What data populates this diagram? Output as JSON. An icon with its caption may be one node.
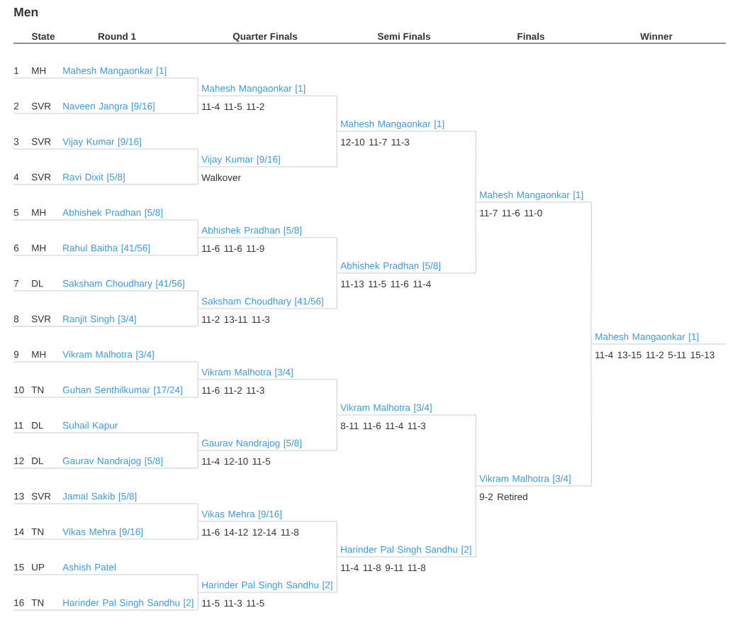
{
  "diagram": {
    "title": "Men",
    "nodes": [
      {
        "text": [
          "1",
          "MH",
          "Mahesh Mangaonkar [1]"
        ]
      },
      {
        "text": [
          "2",
          "SVR",
          "Naveen Jangra [9/16]"
        ]
      },
      {
        "text": [
          "3",
          "SVR",
          "Vijay Kumar [9/16]"
        ]
      },
      {
        "text": [
          "4",
          "SVR",
          "Ravi Dixit [5/8]"
        ]
      },
      {
        "text": [
          "5",
          "MH",
          "Abhishek Pradhan [5/8]"
        ]
      },
      {
        "text": [
          "6",
          "MH",
          "Rahul Baitha [41/56]"
        ]
      },
      {
        "text": [
          "7",
          "DL",
          "Saksham Choudhary [41/56]"
        ]
      },
      {
        "text": [
          "8",
          "SVR",
          "Ranjit Singh [3/4]"
        ]
      },
      {
        "text": [
          "9",
          "MH",
          "Vikram Malhotra [3/4]"
        ]
      },
      {
        "text": [
          "10",
          "TN",
          "Guhan Senthilkumar [17/24]"
        ]
      },
      {
        "text": [
          "11",
          "DL",
          "Suhail Kapur"
        ]
      },
      {
        "text": [
          "12",
          "DL",
          "Gaurav Nandrajog [5/8]"
        ]
      },
      {
        "text": [
          "13",
          "SVR",
          "Jamal Sakib [5/8]"
        ]
      },
      {
        "text": [
          "14",
          "TN",
          "Vikas Mehra [9/16]"
        ]
      },
      {
        "text": [
          "15",
          "UP",
          "Ashish Patel"
        ]
      },
      {
        "text": [
          "16",
          "TN",
          "Harinder Pal Singh Sandhu [2]"
        ]
      },
      {
        "text": [
          "Mahesh Mangaonkar [1]",
          "11-4 11-5 11-2"
        ]
      },
      {
        "text": [
          "Vijay Kumar [9/16]",
          "Walkover"
        ]
      },
      {
        "text": [
          "Abhishek Pradhan [5/8]",
          "11-6 11-6 11-9"
        ]
      },
      {
        "text": [
          "Saksham Choudhary [41/56]",
          "11-2 13-11 11-3"
        ]
      },
      {
        "text": [
          "Vikram Malhotra [3/4]",
          "11-6 11-2 11-3"
        ]
      },
      {
        "text": [
          "Gaurav Nandrajog [5/8]",
          "11-4 12-10 11-5"
        ]
      },
      {
        "text": [
          "Vikas Mehra [9/16]",
          "11-6 14-12 12-14 11-8"
        ]
      },
      {
        "text": [
          "Harinder Pal Singh Sandhu [2]",
          "11-5 11-3 11-5"
        ]
      },
      {
        "text": [
          "Mahesh Mangaonkar [1]",
          "12-10 11-7 11-3"
        ]
      },
      {
        "text": [
          "Abhishek Pradhan [5/8]",
          "11-13 11-5 11-6 11-4"
        ]
      },
      {
        "text": [
          "Vikram Malhotra [3/4]",
          "8-11 11-6 11-4 11-3"
        ]
      },
      {
        "text": [
          "Harinder Pal Singh Sandhu [2]",
          "11-4 11-8 9-11 11-8"
        ]
      },
      {
        "text": [
          "Mahesh Mangaonkar [1]",
          "11-7 11-6 11-0"
        ]
      },
      {
        "text": [
          "Vikram Malhotra [3/4]",
          "9-2 Retired"
        ]
      },
      {
        "text": [
          "Mahesh Mangaonkar [1]",
          "11-4 13-15 11-2 5-11 15-13"
        ]
      }
    ],
    "edges": [
      {
        "from": 0,
        "to": 16,
        "arrow": "none"
      },
      {
        "from": 1,
        "to": 16,
        "arrow": "none"
      },
      {
        "from": 2,
        "to": 17,
        "arrow": "none"
      },
      {
        "from": 3,
        "to": 17,
        "arrow": "none"
      },
      {
        "from": 4,
        "to": 18,
        "arrow": "none"
      },
      {
        "from": 5,
        "to": 18,
        "arrow": "none"
      },
      {
        "from": 6,
        "to": 19,
        "arrow": "none"
      },
      {
        "from": 7,
        "to": 19,
        "arrow": "none"
      },
      {
        "from": 8,
        "to": 20,
        "arrow": "none"
      },
      {
        "from": 9,
        "to": 20,
        "arrow": "none"
      },
      {
        "from": 10,
        "to": 21,
        "arrow": "none"
      },
      {
        "from": 11,
        "to": 21,
        "arrow": "none"
      },
      {
        "from": 12,
        "to": 22,
        "arrow": "none"
      },
      {
        "from": 13,
        "to": 22,
        "arrow": "none"
      },
      {
        "from": 14,
        "to": 23,
        "arrow": "none"
      },
      {
        "from": 15,
        "to": 23,
        "arrow": "none"
      },
      {
        "from": 16,
        "to": 24,
        "arrow": "none"
      },
      {
        "from": 17,
        "to": 24,
        "arrow": "none"
      },
      {
        "from": 18,
        "to": 25,
        "arrow": "none"
      },
      {
        "from": 19,
        "to": 25,
        "arrow": "none"
      },
      {
        "from": 20,
        "to": 26,
        "arrow": "none"
      },
      {
        "from": 21,
        "to": 26,
        "arrow": "none"
      },
      {
        "from": 22,
        "to": 27,
        "arrow": "none"
      },
      {
        "from": 23,
        "to": 27,
        "arrow": "none"
      },
      {
        "from": 24,
        "to": 28,
        "arrow": "none"
      },
      {
        "from": 25,
        "to": 28,
        "arrow": "none"
      },
      {
        "from": 26,
        "to": 29,
        "arrow": "none"
      },
      {
        "from": 27,
        "to": 29,
        "arrow": "none"
      },
      {
        "from": 28,
        "to": 30,
        "arrow": "none"
      },
      {
        "from": 29,
        "to": 30,
        "arrow": "none"
      }
    ],
    "labels": [
      "State",
      "Round 1",
      "Quarter Finals",
      "Semi Finals",
      "Finals",
      "Winner"
    ]
  }
}
